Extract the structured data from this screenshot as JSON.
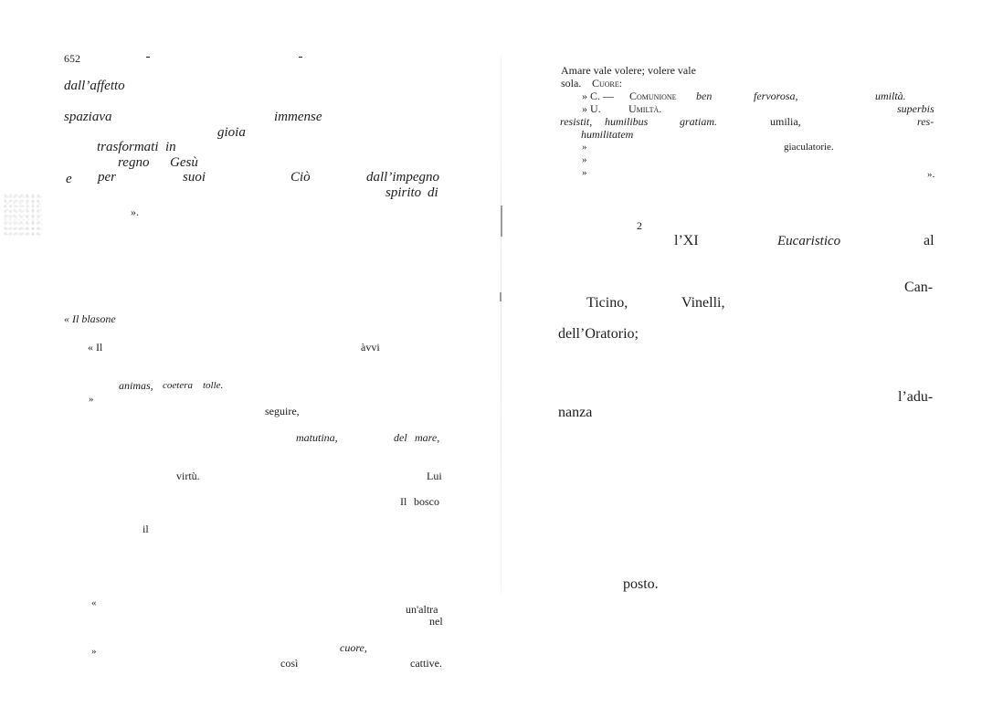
{
  "left_page": {
    "page_number": "652",
    "words": {
      "w1": "dall’affetto",
      "w2": "spaziava",
      "w3": "immense",
      "w4": "gioia",
      "w5": "trasformati",
      "w6": "in",
      "w7": "regno",
      "w8": "Gesù",
      "w9": "e",
      "w10": "per",
      "w11": "suoi",
      "w12": "Ciò",
      "w13": "dall’impegno",
      "w14": "spirito",
      "w15": "di",
      "w16": "».",
      "w17": "« Il blasone",
      "w18": "« Il",
      "w19": "àvvi",
      "w20": "animas,",
      "w21": "coetera",
      "w22": "tolle.",
      "w23": "»",
      "w24": "seguire,",
      "w25": "matutina,",
      "w26": "del",
      "w27": "mare,",
      "w28": "virtù.",
      "w29": "Lui",
      "w30": "Il",
      "w31": "bosco",
      "w32": "il",
      "w33": "«",
      "w34": "un'altra",
      "w35": "nel",
      "w36": "»",
      "w37": "cuore,",
      "w38": "così",
      "w39": "cattive."
    }
  },
  "right_page": {
    "words": {
      "r1": "Amare vale volere; volere vale",
      "r2": "sola.",
      "r3": "Cuore:",
      "r4": "» C. —",
      "r5": "Comunione",
      "r6": "ben",
      "r7": "fervorosa,",
      "r8": "umiltà.",
      "r9": "» U.",
      "r10": "Umiltà.",
      "r11": "superbis",
      "r12": "resistit,",
      "r13": "humilibus",
      "r14": "gratiam.",
      "r15": "umilia,",
      "r16": "res-",
      "r17": "humilitatem",
      "r18": "»",
      "r19": "giaculatorie.",
      "r20": "»",
      "r21": "»",
      "r22": "».",
      "r23": "2",
      "r24": "l’XI",
      "r25": "Eucaristico",
      "r26": "al",
      "r27": "Can-",
      "r28": "Ticino,",
      "r29": "Vinelli,",
      "r30": "dell’Oratorio;",
      "r31": "l’adu-",
      "r32": "nanza",
      "r33": "posto."
    }
  }
}
